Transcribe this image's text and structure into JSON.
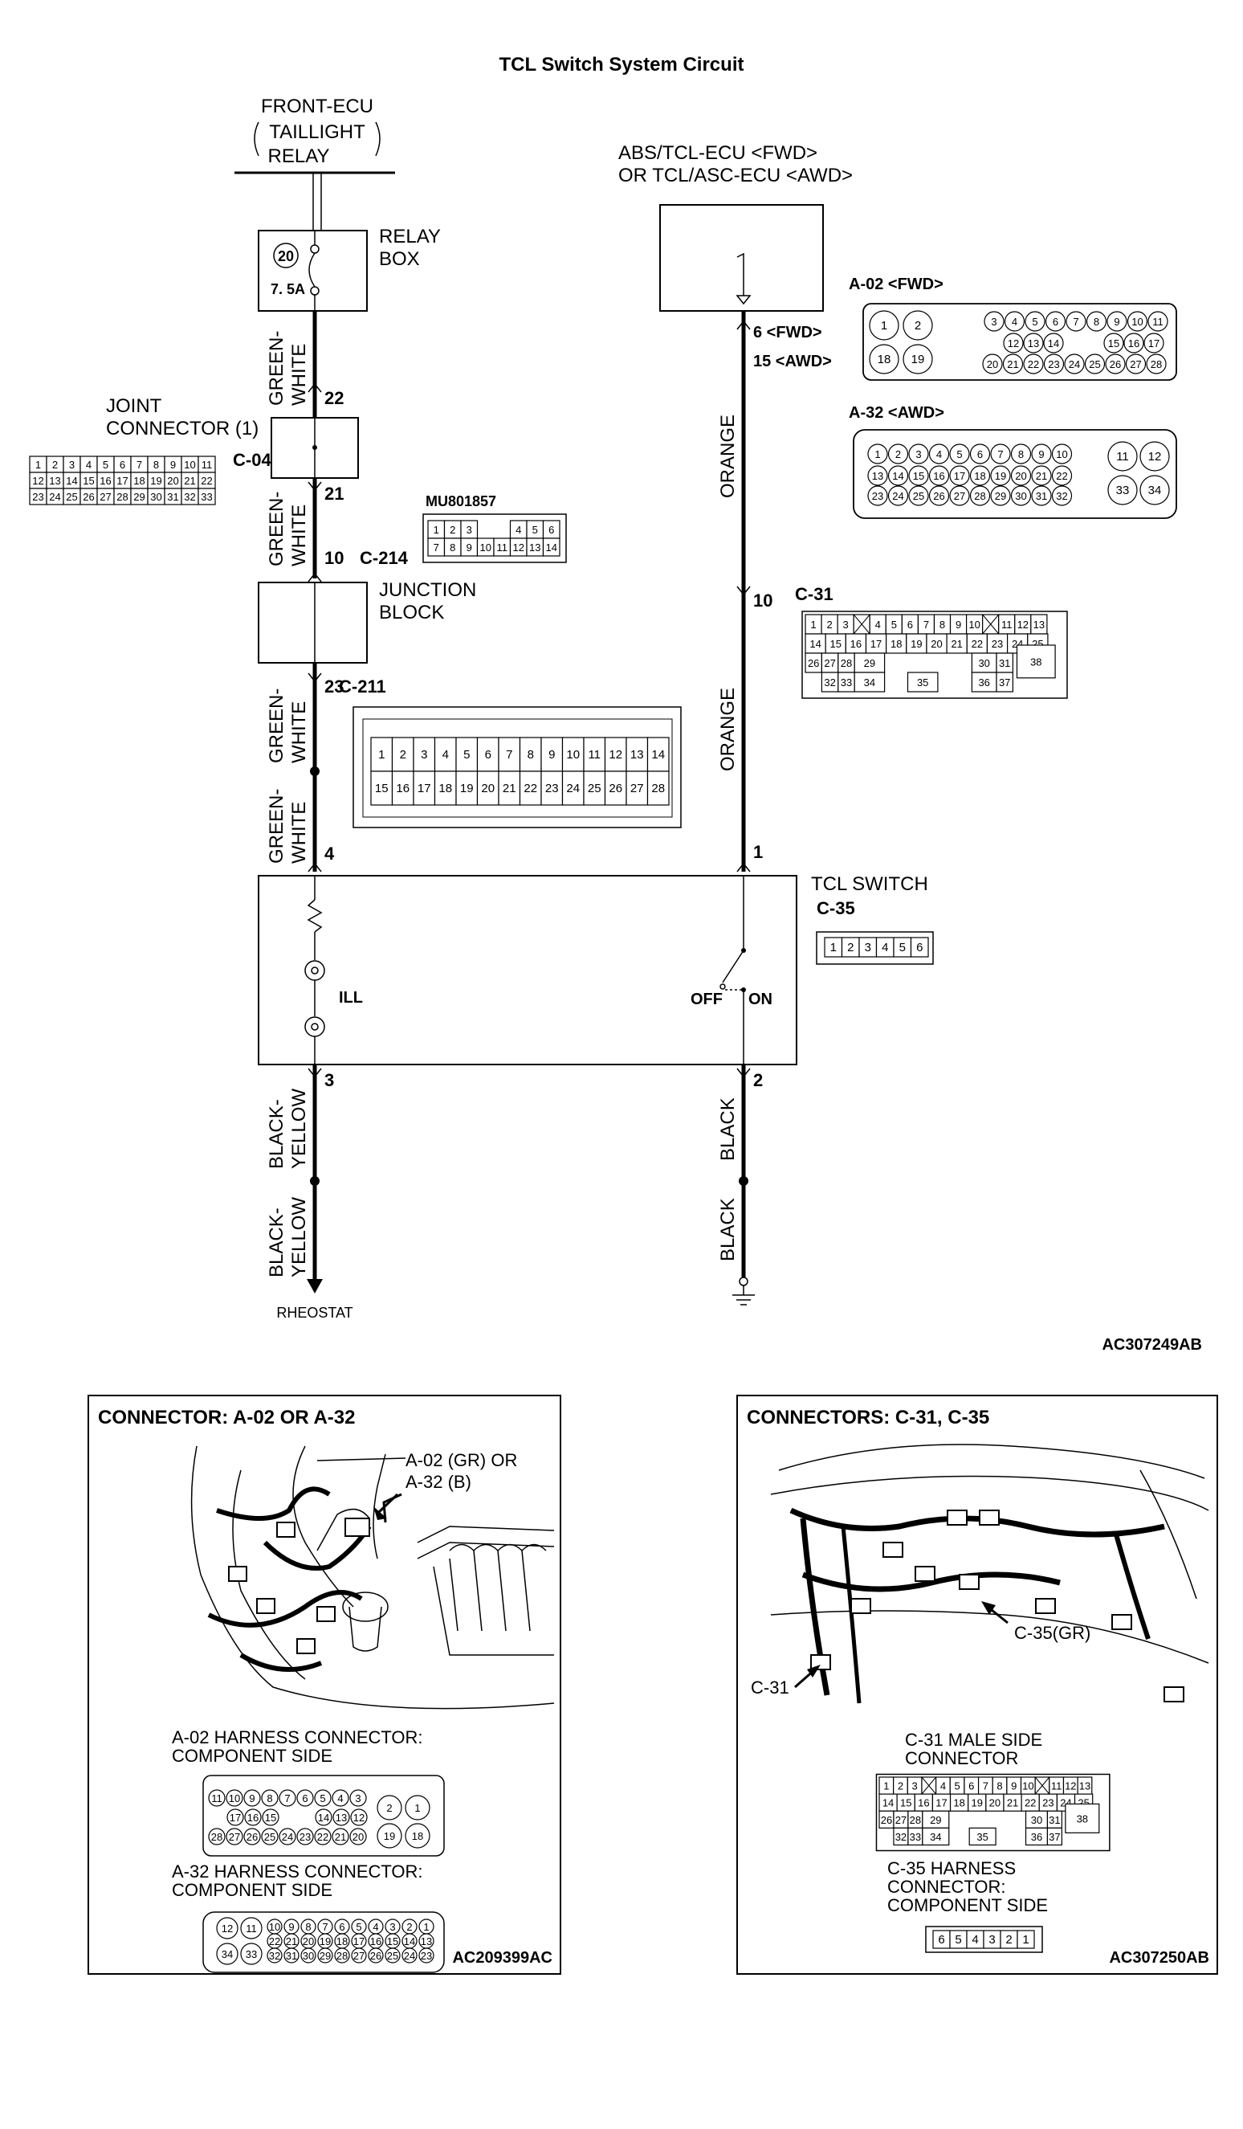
{
  "title": "TCL Switch System Circuit",
  "front_ecu": {
    "line1": "FRONT-ECU",
    "line2": "TAILLIGHT",
    "line3": "RELAY"
  },
  "relay_box": {
    "label1": "RELAY",
    "label2": "BOX",
    "fuse_no": "20",
    "fuse_amp": "7. 5A"
  },
  "abs_ecu": {
    "line1": "ABS/TCL-ECU <FWD>",
    "line2": "OR TCL/ASC-ECU <AWD>"
  },
  "a02_title": "A-02 <FWD>",
  "a32_title": "A-32 <AWD>",
  "joint_connector": {
    "line1": "JOINT",
    "line2": "CONNECTOR (1)",
    "code": "C-04"
  },
  "junction_block": {
    "line1": "JUNCTION",
    "line2": "BLOCK"
  },
  "mu_code": "MU801857",
  "connector_codes": {
    "c214": "C-214",
    "c211": "C-211",
    "c31": "C-31",
    "c35": "C-35"
  },
  "tcl_switch": "TCL SWITCH",
  "switch_labels": {
    "ill": "ILL",
    "off": "OFF",
    "on": "ON"
  },
  "pins": {
    "p22": "22",
    "p21": "21",
    "p10a": "10",
    "p23": "23",
    "p4": "4",
    "p3": "3",
    "p6": "6 <FWD>",
    "p15": "15 <AWD>",
    "p10b": "10",
    "p1": "1",
    "p2": "2"
  },
  "wire_colors": {
    "gw": "GREEN-",
    "gw2": "WHITE",
    "orange": "ORANGE",
    "by": "BLACK-",
    "by2": "YELLOW",
    "black": "BLACK"
  },
  "rheostat": "RHEOSTAT",
  "diagram_code": "AC307249AB",
  "left_panel": {
    "title": "CONNECTOR: A-02 OR A-32",
    "callout1": "A-02 (GR) OR",
    "callout2": "A-32 (B)",
    "a02_label1": "A-02 HARNESS CONNECTOR:",
    "a02_label2": "COMPONENT SIDE",
    "a32_label1": "A-32 HARNESS CONNECTOR:",
    "a32_label2": "COMPONENT SIDE",
    "code": "AC209399AC"
  },
  "right_panel": {
    "title": "CONNECTORS: C-31, C-35",
    "c35_callout": "C-35(GR)",
    "c31_callout": "C-31",
    "c31_label1": "C-31 MALE SIDE",
    "c31_label2": "CONNECTOR",
    "c35_label1": "C-35 HARNESS",
    "c35_label2": "CONNECTOR:",
    "c35_label3": "COMPONENT SIDE",
    "code": "AC307250AB"
  },
  "c04_rows": [
    [
      "1",
      "2",
      "3",
      "4",
      "5",
      "6",
      "7",
      "8",
      "9",
      "10",
      "11"
    ],
    [
      "12",
      "13",
      "14",
      "15",
      "16",
      "17",
      "18",
      "19",
      "20",
      "21",
      "22"
    ],
    [
      "23",
      "24",
      "25",
      "26",
      "27",
      "28",
      "29",
      "30",
      "31",
      "32",
      "33"
    ]
  ],
  "c214_rows": [
    [
      "1",
      "2",
      "3",
      "",
      "",
      "4",
      "5",
      "6"
    ],
    [
      "7",
      "8",
      "9",
      "10",
      "11",
      "12",
      "13",
      "14"
    ]
  ],
  "c211_rows": [
    [
      "1",
      "2",
      "3",
      "4",
      "5",
      "6",
      "7",
      "8",
      "9",
      "10",
      "11",
      "12",
      "13",
      "14"
    ],
    [
      "15",
      "16",
      "17",
      "18",
      "19",
      "20",
      "21",
      "22",
      "23",
      "24",
      "25",
      "26",
      "27",
      "28"
    ]
  ],
  "c31_rows": [
    [
      "1",
      "2",
      "3",
      "X",
      "4",
      "5",
      "6",
      "7",
      "8",
      "9",
      "10",
      "X",
      "11",
      "12",
      "13"
    ],
    [
      "14",
      "15",
      "16",
      "17",
      "18",
      "19",
      "20",
      "21",
      "22",
      "23",
      "24",
      "25"
    ],
    [
      "26",
      "27",
      "28",
      "29",
      "30",
      "31"
    ],
    [
      "32",
      "33",
      "34",
      "35",
      "36",
      "37"
    ]
  ],
  "c31_big": "38",
  "c35_top": [
    "1",
    "2",
    "3",
    "4",
    "5",
    "6"
  ],
  "c35_bottom": [
    "6",
    "5",
    "4",
    "3",
    "2",
    "1"
  ],
  "a02_diag": {
    "big": [
      "1",
      "2",
      "18",
      "19"
    ],
    "r1": [
      "3",
      "4",
      "5",
      "6",
      "7",
      "8",
      "9",
      "10",
      "11"
    ],
    "r2": [
      "12",
      "13",
      "14",
      "15",
      "16",
      "17"
    ],
    "r3": [
      "20",
      "21",
      "22",
      "23",
      "24",
      "25",
      "26",
      "27",
      "28"
    ]
  },
  "a32_diag": {
    "r1": [
      "1",
      "2",
      "3",
      "4",
      "5",
      "6",
      "7",
      "8",
      "9",
      "10"
    ],
    "r2": [
      "13",
      "14",
      "15",
      "16",
      "17",
      "18",
      "19",
      "20",
      "21",
      "22"
    ],
    "r3": [
      "23",
      "24",
      "25",
      "26",
      "27",
      "28",
      "29",
      "30",
      "31",
      "32"
    ],
    "big": [
      "11",
      "12",
      "33",
      "34"
    ]
  }
}
